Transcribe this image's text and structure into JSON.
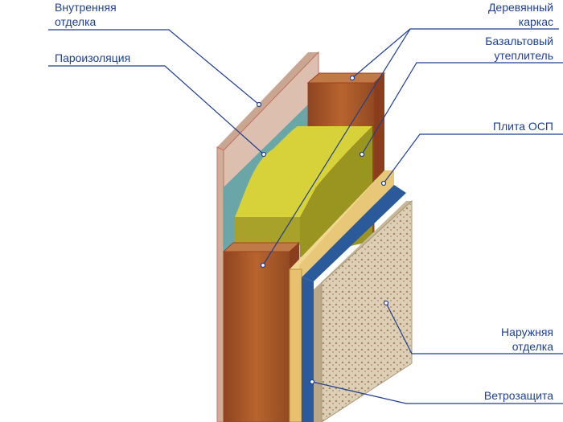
{
  "labels": {
    "interior_finish": [
      "Внутренняя",
      "отделка"
    ],
    "vapor_barrier": [
      "Пароизоляция"
    ],
    "wood_frame": [
      "Деревянный",
      "каркас"
    ],
    "basalt_insulation": [
      "Базальтовый",
      "утеплитель"
    ],
    "osb_board": [
      "Плита ОСП"
    ],
    "exterior_finish": [
      "Наружняя",
      "отделка"
    ],
    "wind_barrier": [
      "Ветрозащита"
    ]
  },
  "colors": {
    "leader": "#1f3f8f",
    "interior": "#d8b8a4",
    "vapor": "#6aa6a8",
    "wood": "#a8552a",
    "insulation": "#c8c22a",
    "osb": "#e8c878",
    "wind": "#2a5a9a",
    "exterior": "#d8ccb4"
  }
}
